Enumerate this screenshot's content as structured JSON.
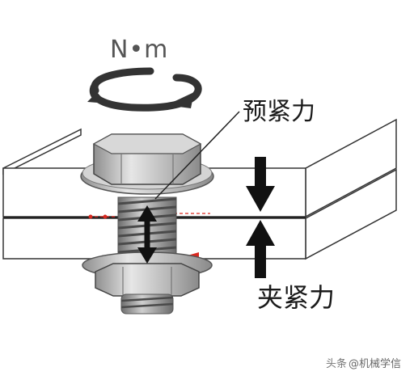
{
  "labels": {
    "torque_unit": "N•m",
    "preload_force": "预紧力",
    "clamp_force": "夹紧力"
  },
  "watermark": {
    "logo_text": "头条",
    "text": "@机械学信"
  },
  "colors": {
    "plate_face": "#ffffff",
    "outline": "#333333",
    "bolt_metal": "#bdbdbd",
    "marker_red": "#d9281f"
  }
}
